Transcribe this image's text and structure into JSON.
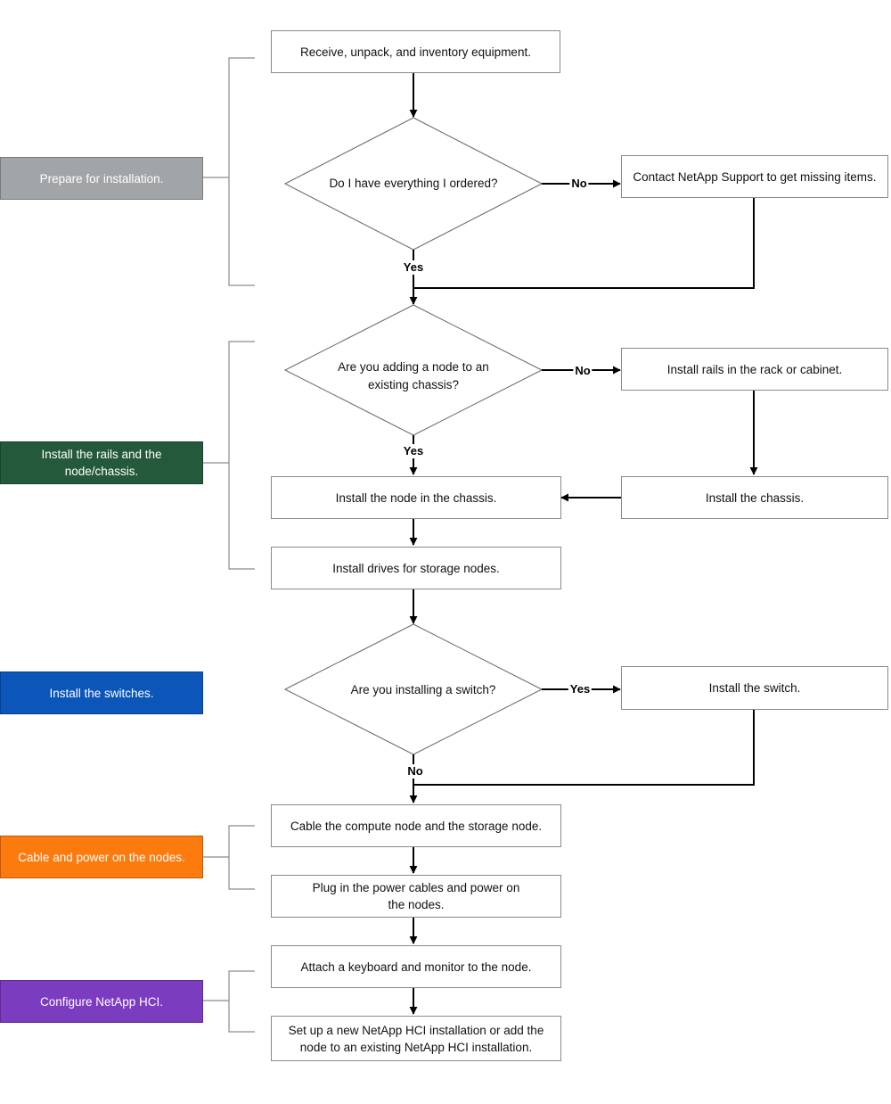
{
  "phases": {
    "prepare": {
      "label": "Prepare for installation.",
      "color": "#a1a5a8"
    },
    "rails": {
      "label": "Install the rails and the node/chassis.",
      "color": "#245a3b"
    },
    "switches": {
      "label": "Install the switches.",
      "color": "#0b56b8"
    },
    "cable": {
      "label": "Cable and power on the nodes.",
      "color": "#fb7b0f"
    },
    "configure": {
      "label": "Configure NetApp HCI.",
      "color": "#7b3cbf"
    }
  },
  "steps": {
    "receive": "Receive, unpack, and inventory equipment.",
    "contact_support": "Contact NetApp Support to get missing items.",
    "install_rails": "Install rails in the rack or cabinet.",
    "install_node": "Install the node in the chassis.",
    "install_chassis": "Install the chassis.",
    "install_drives": "Install drives for storage nodes.",
    "install_switch": "Install the switch.",
    "cable_nodes": "Cable the compute node and the storage node.",
    "plug_power": "Plug in the power cables and power on the nodes.",
    "attach_keyboard": "Attach a keyboard and monitor to the node.",
    "setup_hci": "Set up a new NetApp HCI installation or add the node to an existing NetApp HCI installation."
  },
  "decisions": {
    "have_everything": "Do I have everything I ordered?",
    "adding_node": "Are you adding a node to an existing chassis?",
    "installing_switch": "Are you installing a switch?"
  },
  "edge_labels": {
    "d1_no": "No",
    "d1_yes": "Yes",
    "d2_no": "No",
    "d2_yes": "Yes",
    "d3_yes": "Yes",
    "d3_no": "No"
  }
}
